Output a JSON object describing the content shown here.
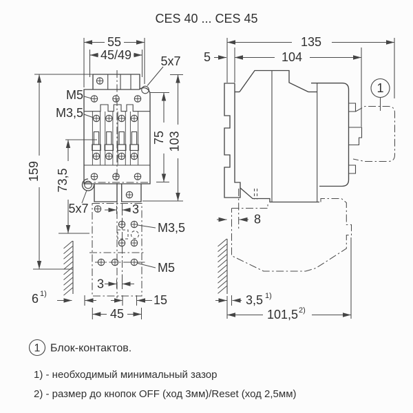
{
  "title": "CES 40 ... CES 45",
  "front_view": {
    "dims": {
      "width_55": "55",
      "mount_45_49": "45/49",
      "slot_top": "5x7",
      "slot_bottom": "5x7",
      "height_159": "159",
      "height_73_5": "73,5",
      "height_75": "75",
      "height_103": "103",
      "offset_3_top": "3",
      "offset_3_bottom": "3",
      "offset_15": "15",
      "width_45": "45",
      "clearance_6": {
        "base": "6",
        "sup": "1)"
      }
    },
    "labels": {
      "m5_top": "M5",
      "m35_top": "M3,5",
      "m35_block": "M3,5",
      "m5_block": "M5"
    }
  },
  "side_view": {
    "dims": {
      "width_135": "135",
      "width_104": "104",
      "rail_5": "5",
      "offset_8": "8",
      "clearance_3_5": {
        "base": "3,5",
        "sup": "1)"
      },
      "width_101_5": {
        "base": "101,5",
        "sup": "2)"
      }
    },
    "callout_1": "1"
  },
  "legend": {
    "callout_1": "1",
    "callout_text": "Блок-контактов.",
    "note_1": "1) - необходимый минимальный зазор",
    "note_2": "2) - размер до кнопок OFF (ход 3мм)/Reset (ход 2,5мм)"
  }
}
